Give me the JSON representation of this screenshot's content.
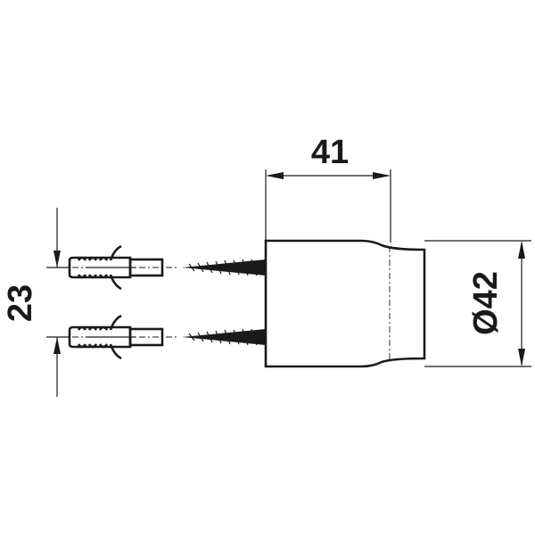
{
  "dimensions": {
    "width_label": "41",
    "spacing_label": "23",
    "diameter_label": "Ø42"
  },
  "parts": {
    "wall_plugs": 2,
    "screws": 2
  }
}
